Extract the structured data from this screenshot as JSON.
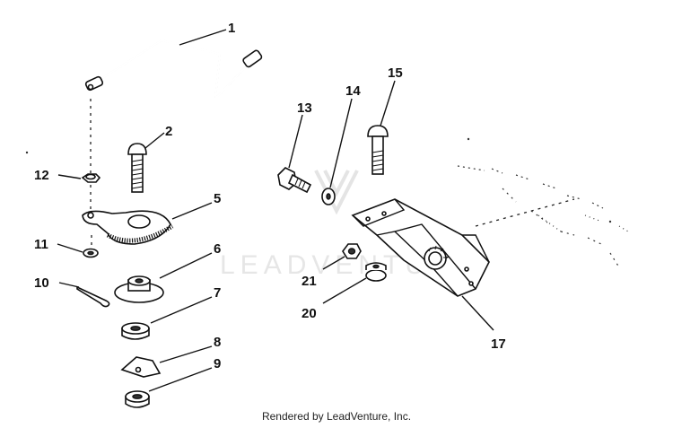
{
  "callouts": {
    "c1": "1",
    "c2": "2",
    "c5": "5",
    "c6": "6",
    "c7": "7",
    "c8": "8",
    "c9": "9",
    "c10": "10",
    "c11": "11",
    "c12": "12",
    "c13": "13",
    "c14": "14",
    "c15": "15",
    "c17": "17",
    "c20": "20",
    "c21": "21"
  },
  "watermark": "LEADVENTURE",
  "footer": "Rendered by LeadVenture, Inc."
}
